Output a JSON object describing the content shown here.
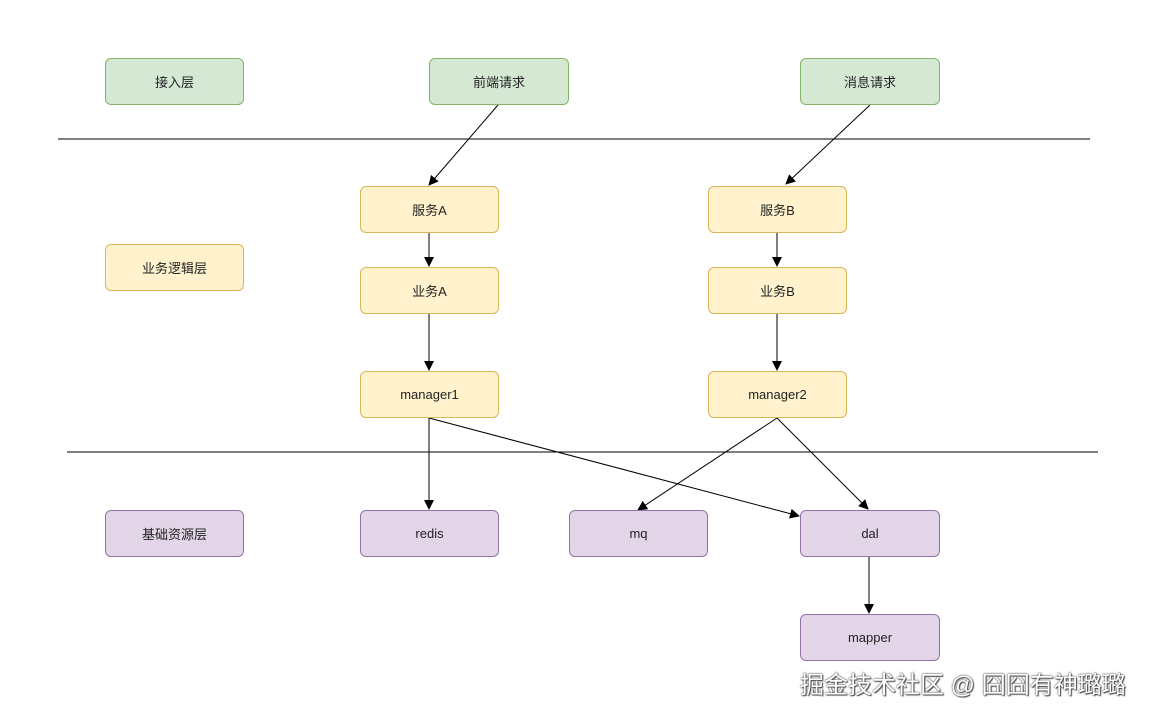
{
  "layers": {
    "access": "接入层",
    "logic": "业务逻辑层",
    "base": "基础资源层"
  },
  "nodes": {
    "frontend_request": "前端请求",
    "message_request": "消息请求",
    "service_a": "服务A",
    "service_b": "服务B",
    "business_a": "业务A",
    "business_b": "业务B",
    "manager1": "manager1",
    "manager2": "manager2",
    "redis": "redis",
    "mq": "mq",
    "dal": "dal",
    "mapper": "mapper"
  },
  "watermark": "掘金技术社区 @ 囧囧有神璐璐",
  "colors": {
    "green_fill": "#d5e8d4",
    "green_stroke": "#82b366",
    "yellow_fill": "#fff2cc",
    "yellow_stroke": "#d6b656",
    "purple_fill": "#e1d5e7",
    "purple_stroke": "#9673a6"
  }
}
